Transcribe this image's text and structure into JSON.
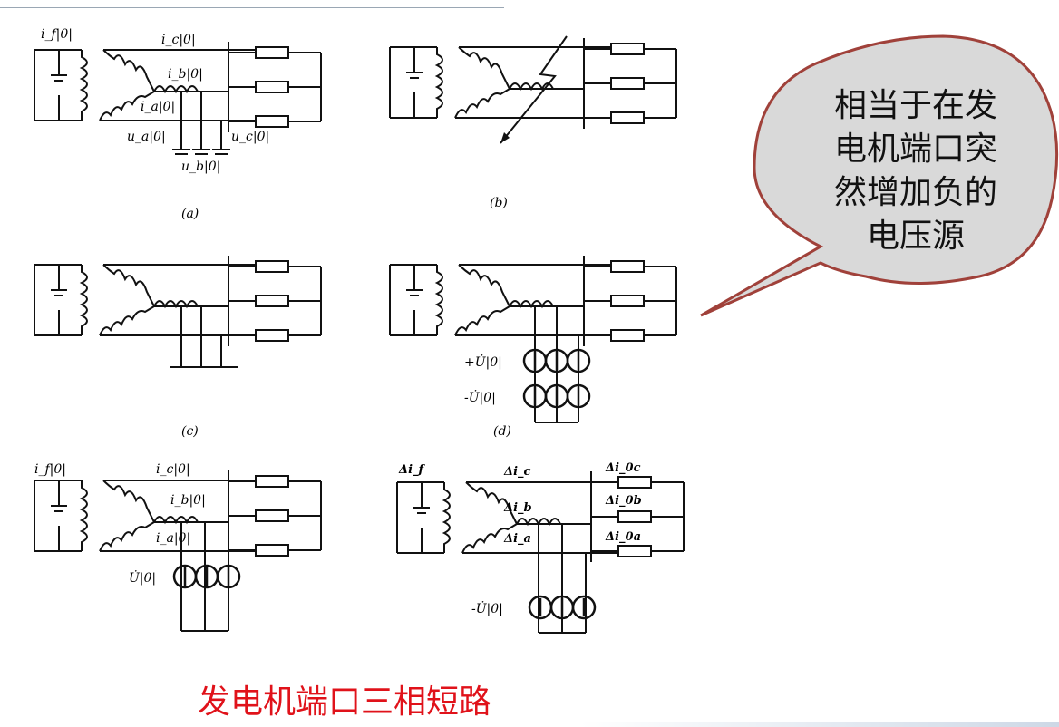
{
  "callout": {
    "lines": [
      "相当于在发",
      "电机端口突",
      "然增加负的",
      "电压源"
    ],
    "fill": "#d9d9d9",
    "stroke": "#a0413a"
  },
  "caption": "发电机端口三相短路",
  "caption_color": "#e0121a",
  "diagrams": {
    "a": {
      "label": "(a)",
      "i_f": "i_f|0|",
      "i_c": "i_c|0|",
      "i_b": "i_b|0|",
      "i_a": "i_a|0|",
      "u_a": "u_a|0|",
      "u_b": "u_b|0|",
      "u_c": "u_c|0|"
    },
    "b": {
      "label": "(b)"
    },
    "c": {
      "label": "(c)"
    },
    "d": {
      "label": "(d)",
      "src_pos": "+U̇|0|",
      "src_neg": "-U̇|0|"
    },
    "e": {
      "i_f": "i_f|0|",
      "i_c": "i_c|0|",
      "i_b": "i_b|0|",
      "i_a": "i_a|0|",
      "src": "U̇|0|"
    },
    "f": {
      "di_f": "Δi_f",
      "di_c": "Δi_c",
      "di_b": "Δi_b",
      "di_a": "Δi_a",
      "di_oc": "Δi_0c",
      "di_ob": "Δi_0b",
      "di_oa": "Δi_0a",
      "src": "-U̇|0|"
    }
  }
}
